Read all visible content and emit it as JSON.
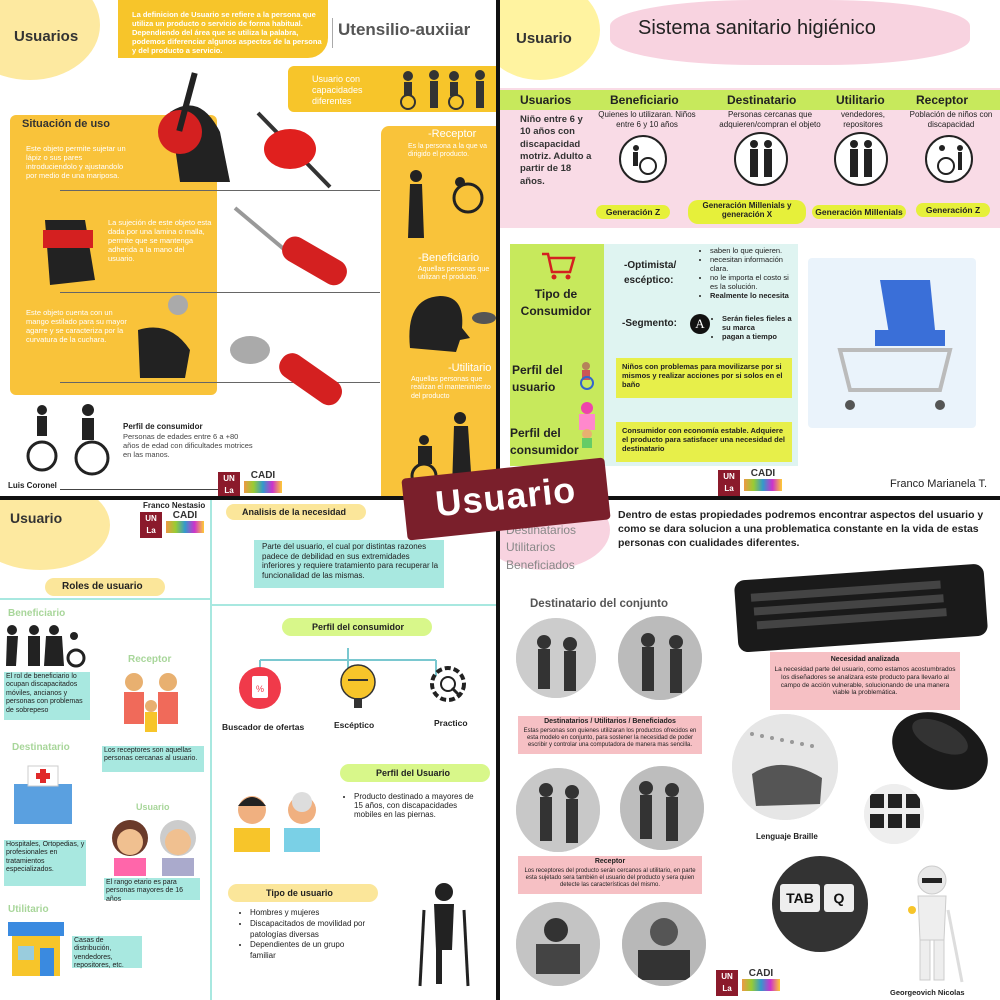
{
  "q1": {
    "title": "Usuarios",
    "intro": "La definicion de Usuario se refiere a la persona que utiliza un producto o servicio de forma habitual. Dependiendo del área que se utiliza la palabra, podemos diferenciar algunos aspectos de la persona y del producto a servicio.",
    "heading": "Utensilio-auxiiar",
    "capacity": "Usuario con capacidades diferentes",
    "situacion": "Situación de uso",
    "s1": "Este objeto permite sujetar un lápiz o sus pares introduciendolo y ajustandolo por medio de una mariposa.",
    "s2": "La sujeción de este objeto esta dada por una lamina o malla, permite que se mantenga adherida a la mano del usuario.",
    "s3": "Este objeto cuenta con un mango estilado para su mayor agarre y se caracteriza por la curvatura de la cuchara.",
    "receptor_t": "-Receptor",
    "receptor_d": "Es la persona a la que va dirigido el producto.",
    "benef_t": "-Beneficiario",
    "benef_d": "Aquellas personas que utilizan el producto.",
    "util_t": "-Utilitario",
    "util_d": "Aquellas personas que realizan el mantenimiento del producto",
    "perfil_t": "Perfil de consumidor",
    "perfil_d": "Personas de edades entre 6 a +80 años de edad con dificultades motrices en las manos.",
    "author": "Luis Coronel"
  },
  "q2": {
    "title": "Usuario",
    "heading": "Sistema sanitario higiénico",
    "cols": [
      "Usuarios",
      "Beneficiario",
      "Destinatario",
      "Utilitario",
      "Receptor"
    ],
    "usuarios_d": "Niño entre 6 y 10 años con discapacidad motriz. Adulto a partir de 18 años.",
    "benef_d": "Quienes lo utilizaran. Niños entre 6 y 10 años",
    "dest_d": "Personas cercanas que adquieren/compran el objeto",
    "util_d": "vendedores, repositores",
    "recep_d": "Población de niños con discapacidad",
    "gens": [
      "Generación Z",
      "Generación Millenials y generación X",
      "Generación Millenials",
      "Generación Z"
    ],
    "tipo": "Tipo de Consumidor",
    "perfil_u": "Perfil del usuario",
    "perfil_c": "Perfil del consumidor",
    "opt": "-Optimista/ escéptico:",
    "opt_items": [
      "saben lo que quieren.",
      "necesitan información clara.",
      "no le importa el costo si es la solución.",
      "Realmente lo necesita"
    ],
    "seg": "-Segmento:",
    "seg_letter": "A",
    "seg_items": [
      "Serán fieles fieles a su marca",
      "pagan a tiempo"
    ],
    "pu_d": "Niños con problemas para movilizarse por si mismos y realizar acciones por si solos en el baño",
    "pc_d": "Consumidor con economía estable. Adquiere el producto para satisfacer una necesidad del destinatario",
    "author": "Franco Marianela T."
  },
  "q3": {
    "title": "Usuario",
    "author": "Franco Nestasio",
    "analisis": "Analisis de la necesidad",
    "analisis_d": "Parte del usuario, el cual por distintas razones padece de debilidad en sus extremidades inferiores y requiere tratamiento para recuperar la funcionalidad de las mismas.",
    "roles": "Roles de usuario",
    "benef": "Beneficiario",
    "benef_d": "El rol de beneficiario lo ocupan discapacitados móviles, ancianos y personas con problemas de sobrepeso",
    "receptor": "Receptor",
    "receptor_d": "Los receptores son aquellas personas cercanas al usuario.",
    "dest": "Destinatario",
    "dest_d": "Hospitales, Ortopedias, y profesionales en tratamientos especializados.",
    "usuario": "Usuario",
    "usuario_d": "El rango etario es para personas mayores de 16 años",
    "util": "Utilitario",
    "util_d": "Casas de distribución, vendedores, repositores, etc.",
    "perfil_c": "Perfil del consumidor",
    "buscador": "Buscador de ofertas",
    "esceptico": "Escéptico",
    "practico": "Practico",
    "perfil_u": "Perfil del Usuario",
    "perfil_u_d": "Producto destinado a mayores de 15 años, con discapacidades mobiles en las piernas.",
    "tipo": "Tipo de usuario",
    "tipo_items": [
      "Hombres y mujeres",
      "Discapacitados de movilidad por patologías diversas",
      "Dependientes de un grupo familiar"
    ]
  },
  "q4": {
    "roles": [
      "Destinatarios",
      "Utilitarios",
      "Beneficiados"
    ],
    "intro": "Dentro de estas propiedades podremos encontrar aspectos del usuario y como se dara solucion a una problematica constante en la vida de estas personas con cualidades diferentes.",
    "dest_conj": "Destinatario del conjunto",
    "necesidad_t": "Necesidad analizada",
    "necesidad_d": "La necesidad parte del usuario, como estamos acostumbrados los diseñadores se analizara este producto para llevarlo al campo de acción vulnerable, solucionando de una manera viable la problemática.",
    "dub_t": "Destinatarios / Utilitarios / Beneficiados",
    "dub_d": "Estas personas son quienes utilizaran los productos ofrecidos en esta modelo en conjunto, para sostener la necesidad de poder escribir y controlar una computadora de manera mas sencilla.",
    "braille": "Lenguaje Braille",
    "receptor_t": "Receptor",
    "receptor_d": "Los receptores del producto serán cercanos al utilitario, en parte esta sujetado sera también el usuario del producto y sera quien detecte las características del mismo.",
    "author": "Georgeovich Nicolas",
    "keys": [
      "TAB",
      "Q"
    ]
  },
  "center_title": "Usuario",
  "logo": {
    "unla": "UN La",
    "cadi": "CADI"
  },
  "colors": {
    "yellow": "#f7c52a",
    "green": "#c6e85a",
    "pink": "#f6c9d6",
    "teal": "#a8e8e0",
    "banner": "#7a1f2b"
  }
}
